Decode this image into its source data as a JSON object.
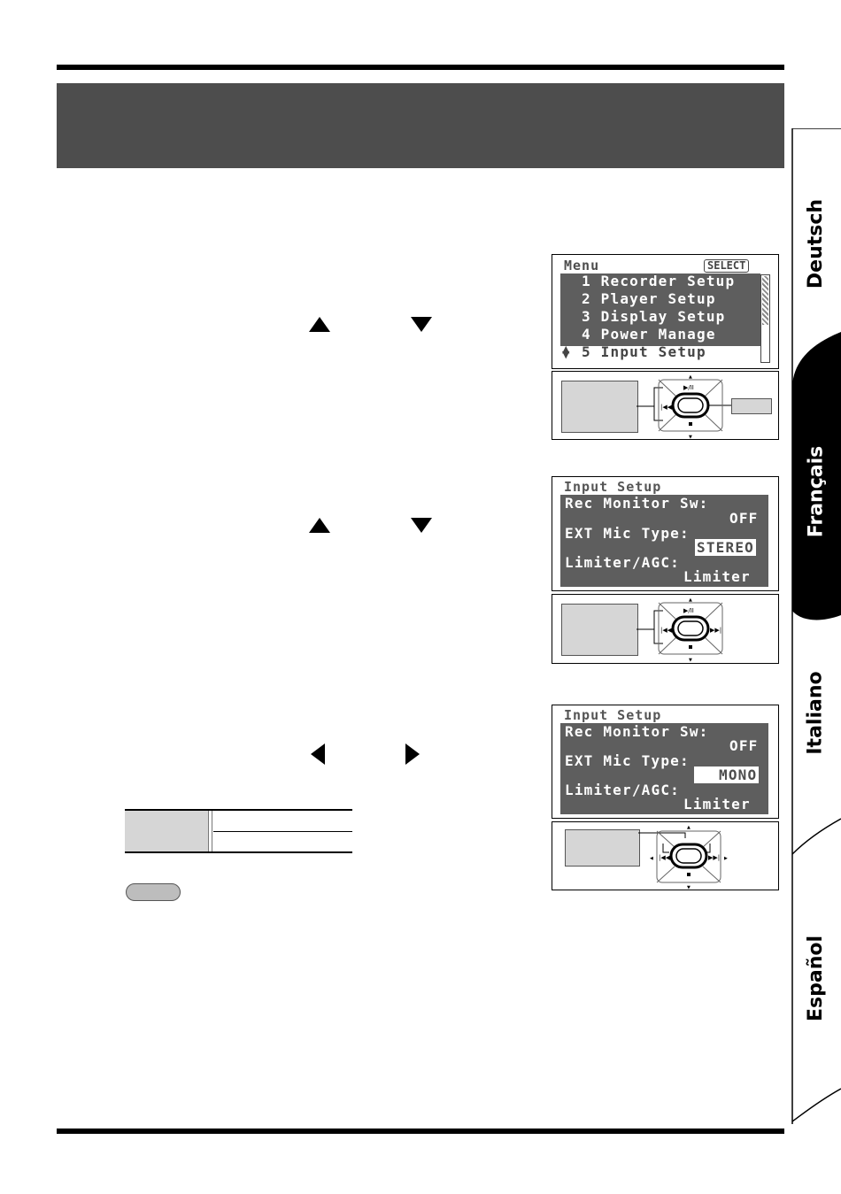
{
  "tabs": [
    "Deutsch",
    "Français",
    "Italiano",
    "Español"
  ],
  "screen1": {
    "title": "Menu",
    "badge": "SELECT",
    "items": [
      "1 Recorder Setup",
      "2 Player Setup",
      "3 Display Setup",
      "4 Power Manage",
      "5 Input Setup"
    ]
  },
  "screen2": {
    "title": "Input Setup",
    "lines": [
      "Rec Monitor Sw:",
      "OFF",
      "EXT Mic Type:",
      "STEREO",
      "Limiter/AGC:",
      "Limiter"
    ]
  },
  "screen3": {
    "title": "Input Setup",
    "lines": [
      "Rec Monitor Sw:",
      "OFF",
      "EXT Mic Type:",
      "MONO",
      "Limiter/AGC:",
      "Limiter"
    ]
  },
  "icons": [
    "up-arrow",
    "down-arrow",
    "left-arrow",
    "right-arrow",
    "play-pause-icon",
    "stop-icon",
    "rewind-icon",
    "fast-forward-icon"
  ],
  "colors": {
    "banner": "#4d4d4d",
    "lcd": "#5e5e5e",
    "highlight": "#d6d6d6"
  }
}
